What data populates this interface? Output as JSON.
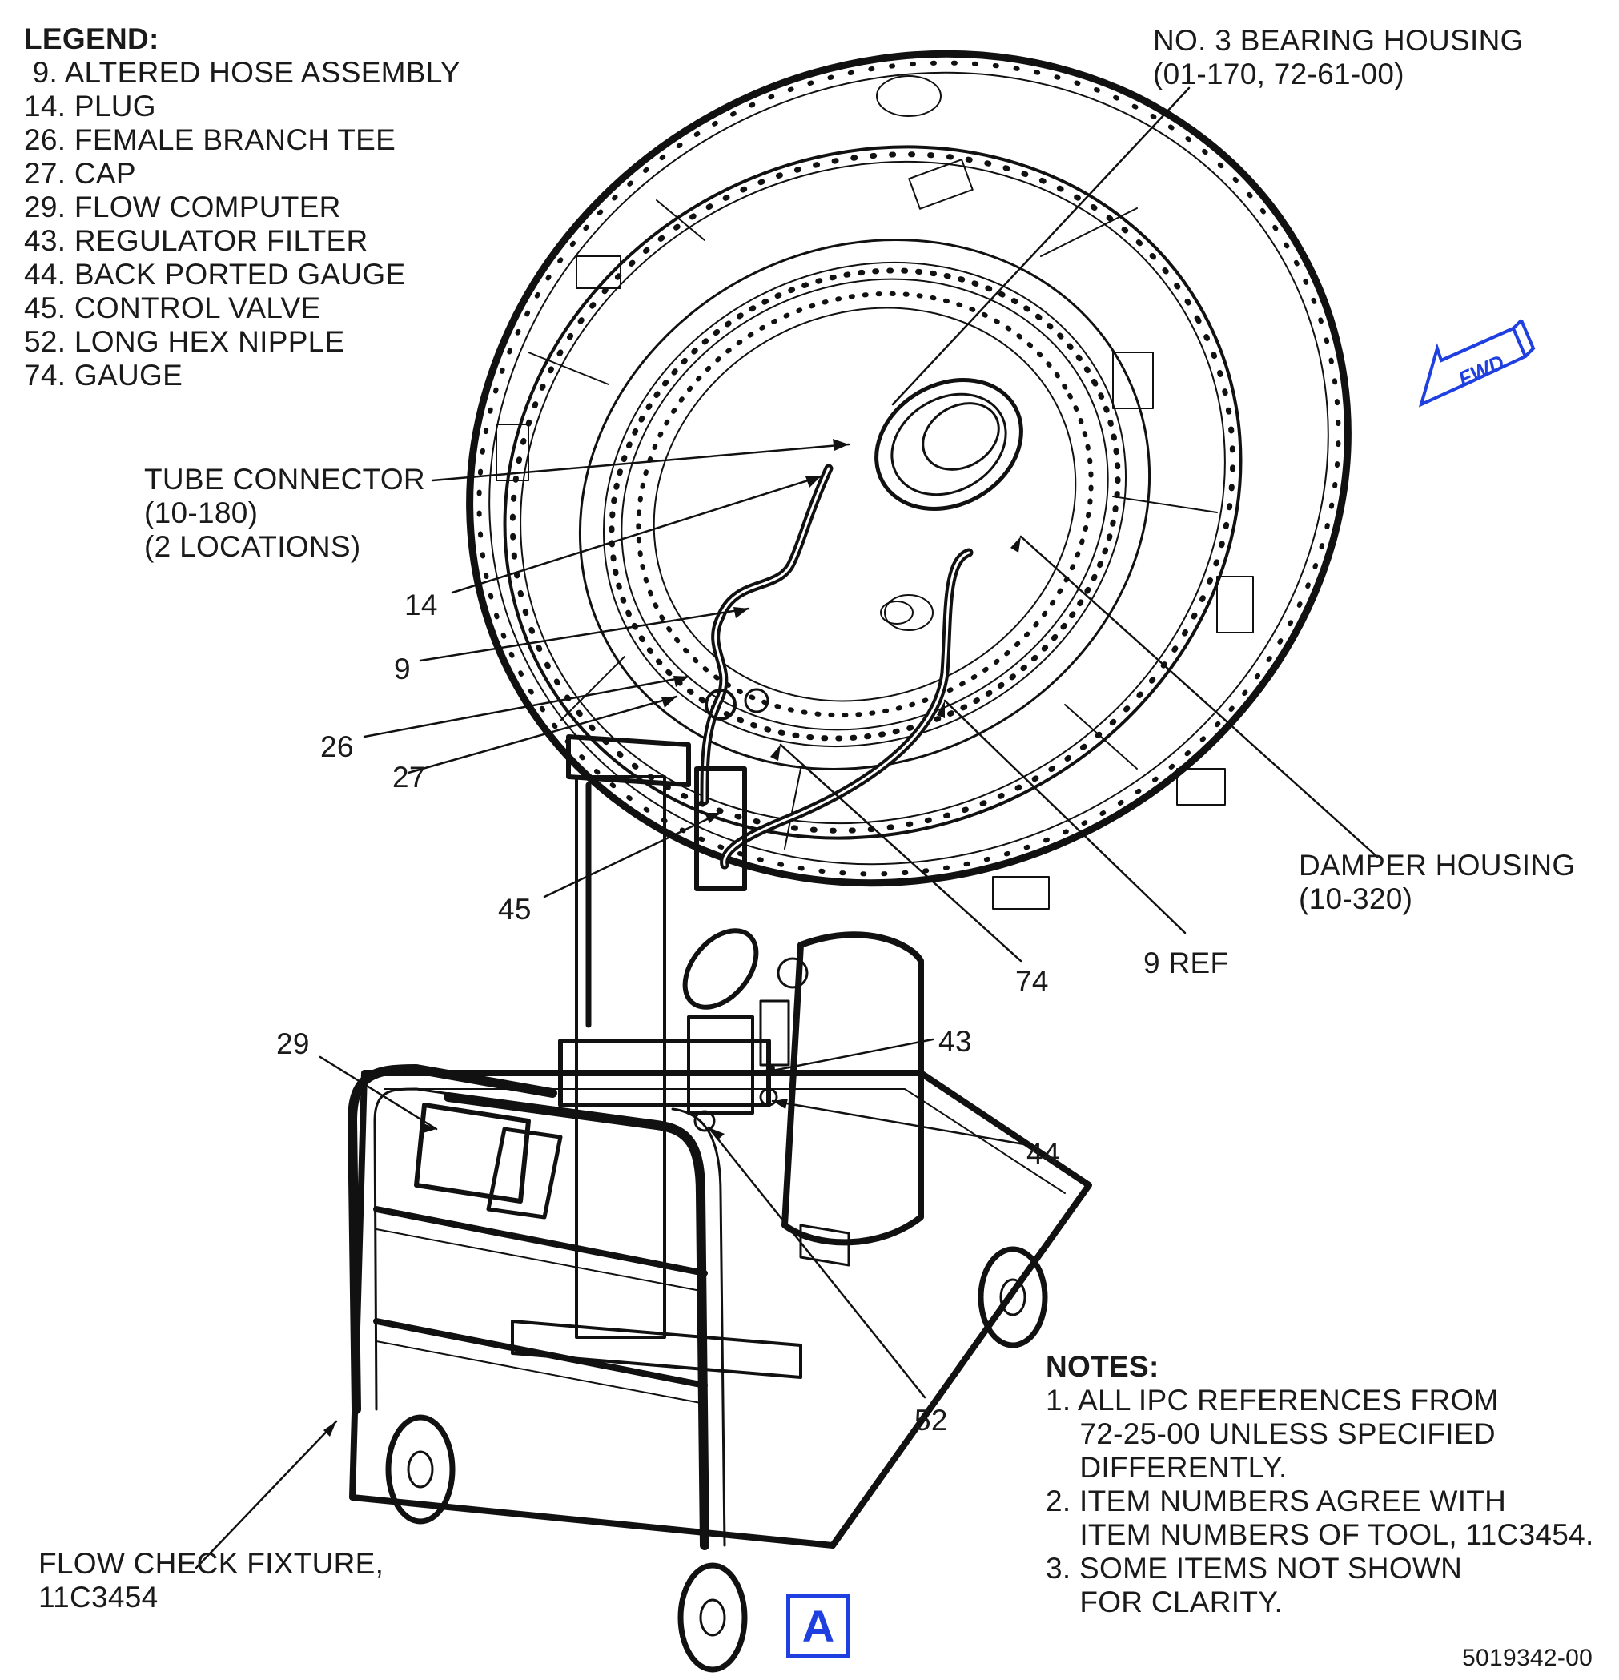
{
  "legend": {
    "title": "LEGEND:",
    "items": [
      " 9. ALTERED HOSE ASSEMBLY",
      "14. PLUG",
      "26. FEMALE BRANCH TEE",
      "27. CAP",
      "29. FLOW COMPUTER",
      "43. REGULATOR FILTER",
      "44. BACK PORTED GAUGE",
      "45. CONTROL VALVE",
      "52. LONG HEX NIPPLE",
      "74. GAUGE"
    ]
  },
  "callouts": {
    "bearing_housing": [
      "NO. 3 BEARING HOUSING",
      "(01-170, 72-61-00)"
    ],
    "tube_connector": [
      "TUBE CONNECTOR",
      "(10-180)",
      "(2 LOCATIONS)"
    ],
    "damper_housing": [
      "DAMPER HOUSING",
      "(10-320)"
    ],
    "flow_check_fixture": [
      "FLOW CHECK FIXTURE,",
      "11C3454"
    ],
    "item_14": "14",
    "item_9": "9",
    "item_26": "26",
    "item_27": "27",
    "item_45": "45",
    "item_74": "74",
    "item_9_ref": "9 REF",
    "item_29": "29",
    "item_43": "43",
    "item_44": "44",
    "item_52": "52"
  },
  "fwd_arrow": {
    "label": "FWD",
    "color": "#1f3fe0"
  },
  "notes": {
    "title": "NOTES:",
    "lines": [
      "1. ALL IPC REFERENCES FROM",
      "    72-25-00 UNLESS SPECIFIED",
      "    DIFFERENTLY.",
      "2. ITEM NUMBERS AGREE WITH",
      "    ITEM NUMBERS OF TOOL, 11C3454.",
      "3. SOME ITEMS NOT SHOWN",
      "    FOR CLARITY."
    ]
  },
  "view_label": "A",
  "figure_number": "5019342-00"
}
